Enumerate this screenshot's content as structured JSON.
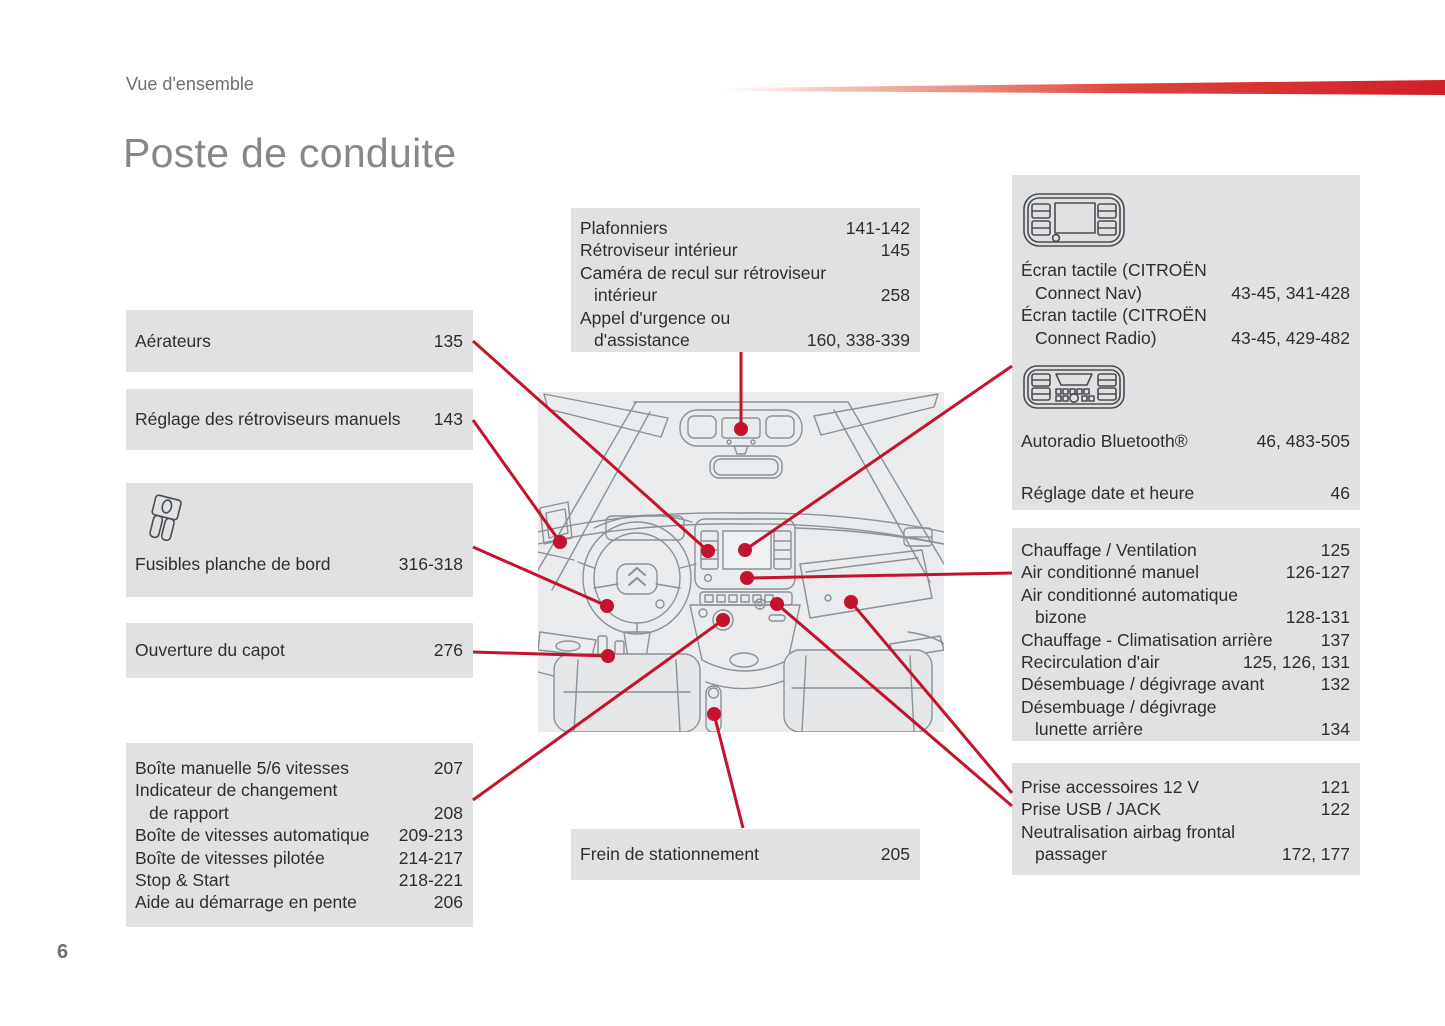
{
  "header": {
    "section": "Vue d'ensemble",
    "title": "Poste de conduite",
    "page_number": "6"
  },
  "colors": {
    "accent_red": "#c5122e",
    "box_bg": "#e0e1e2",
    "text": "#2c2e30",
    "muted": "#6d6e71",
    "title": "#85878a",
    "line_art": "#8a9197",
    "illus_bg": "#e9ebec"
  },
  "callouts": {
    "aerateurs": {
      "lines": [
        {
          "text": "Aérateurs",
          "pages": "135"
        }
      ]
    },
    "retroviseurs": {
      "lines": [
        {
          "text": "Réglage des rétroviseurs manuels",
          "pages": "143"
        }
      ]
    },
    "fusibles": {
      "icon": "fuse-icon",
      "lines": [
        {
          "text": "Fusibles planche de bord",
          "pages": "316-318"
        }
      ]
    },
    "capot": {
      "lines": [
        {
          "text": "Ouverture du capot",
          "pages": "276"
        }
      ]
    },
    "boite": {
      "lines": [
        {
          "text": "Boîte manuelle 5/6 vitesses",
          "pages": "207"
        },
        {
          "text": "Indicateur de changement",
          "pages": ""
        },
        {
          "text": "de rapport",
          "pages": "208"
        },
        {
          "text": "Boîte de vitesses automatique",
          "pages": "209-213"
        },
        {
          "text": "Boîte de vitesses pilotée",
          "pages": "214-217"
        },
        {
          "text": "Stop & Start",
          "pages": "218-221"
        },
        {
          "text": "Aide au démarrage en pente",
          "pages": "206"
        }
      ]
    },
    "plafond": {
      "lines": [
        {
          "text": "Plafonniers",
          "pages": "141-142"
        },
        {
          "text": "Rétroviseur intérieur",
          "pages": "145"
        },
        {
          "text": "Caméra de recul sur rétroviseur",
          "pages": ""
        },
        {
          "text": "intérieur",
          "pages": "258"
        },
        {
          "text": "Appel d'urgence ou",
          "pages": ""
        },
        {
          "text": "d'assistance",
          "pages": "160, 338-339"
        }
      ]
    },
    "frein": {
      "lines": [
        {
          "text": "Frein de stationnement",
          "pages": "205"
        }
      ]
    },
    "ecran": {
      "icon_top": "head-unit-icon",
      "icon_mid": "radio-icon",
      "lines_top": [
        {
          "text": "Écran tactile (CITROËN",
          "pages": ""
        },
        {
          "text": "Connect Nav)",
          "pages": "43-45, 341-428"
        },
        {
          "text": "Écran tactile (CITROËN",
          "pages": ""
        },
        {
          "text": "Connect Radio)",
          "pages": "43-45, 429-482"
        }
      ],
      "lines_bottom": [
        {
          "text": "Autoradio Bluetooth®",
          "pages": "46, 483-505"
        },
        {
          "text": "Réglage date et heure",
          "pages": "46"
        }
      ]
    },
    "chauffage": {
      "lines": [
        {
          "text": "Chauffage / Ventilation",
          "pages": "125"
        },
        {
          "text": "Air conditionné manuel",
          "pages": "126-127"
        },
        {
          "text": "Air conditionné automatique",
          "pages": ""
        },
        {
          "text": "bizone",
          "pages": "128-131"
        },
        {
          "text": "Chauffage - Climatisation arrière",
          "pages": "137"
        },
        {
          "text": "Recirculation d'air",
          "pages": "125, 126, 131"
        },
        {
          "text": "Désembuage / dégivrage avant",
          "pages": "132"
        },
        {
          "text": "Désembuage / dégivrage",
          "pages": ""
        },
        {
          "text": "lunette arrière",
          "pages": "134"
        }
      ]
    },
    "prises": {
      "lines": [
        {
          "text": "Prise accessoires 12 V",
          "pages": "121"
        },
        {
          "text": "Prise USB / JACK",
          "pages": "122"
        },
        {
          "text": "Neutralisation airbag frontal",
          "pages": ""
        },
        {
          "text": "passager",
          "pages": "172, 177"
        }
      ]
    }
  }
}
